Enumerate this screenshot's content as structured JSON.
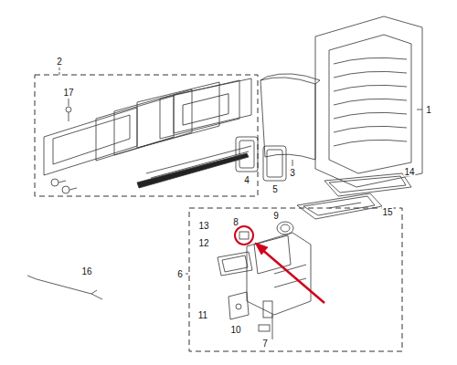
{
  "diagram": {
    "labels": [
      "2",
      "17",
      "1",
      "3",
      "4",
      "5",
      "14",
      "15",
      "6",
      "13",
      "8",
      "9",
      "12",
      "16",
      "11",
      "10",
      "7"
    ]
  }
}
